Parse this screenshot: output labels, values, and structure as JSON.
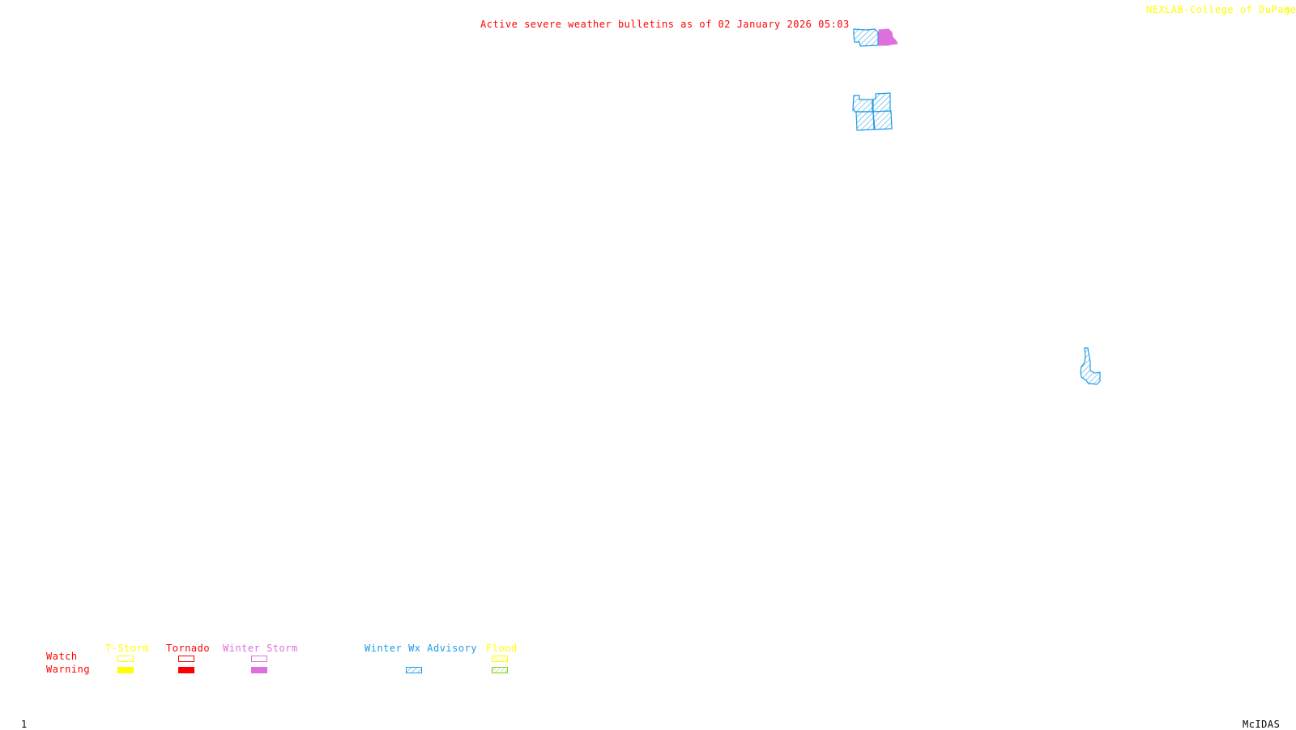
{
  "header": {
    "title": "Active severe weather bulletins as of 02 January 2026 05:03",
    "credit": "NEXLAB-College of DuPage",
    "credit_icon": "arrow-icon"
  },
  "colors": {
    "title": "#ff0000",
    "credit": "#ffff00",
    "tstorm": "#ffff00",
    "tornado": "#ff0000",
    "winter_storm": "#dd70dd",
    "winter_wx_advisory": "#1e9be8",
    "flood_watch": "#ffff00",
    "flood_warning": "#7cd020",
    "labels": "#ff0000"
  },
  "legend": {
    "row_labels": {
      "watch": "Watch",
      "warning": "Warning"
    },
    "columns": [
      {
        "key": "tstorm",
        "label": "T-Storm",
        "watch": "outline",
        "warning": "filled"
      },
      {
        "key": "tornado",
        "label": "Tornado",
        "watch": "outline",
        "warning": "filled"
      },
      {
        "key": "winter_storm",
        "label": "Winter Storm",
        "watch": "outline",
        "warning": "filled"
      },
      {
        "key": "winter_wx_advisory",
        "label": "Winter Wx Advisory",
        "watch": "none",
        "warning": "hatched"
      },
      {
        "key": "flood",
        "label": "Flood",
        "watch": "hatched",
        "warning": "hatched"
      }
    ]
  },
  "map_regions": [
    {
      "name": "northeast-advisory-area",
      "type": "Winter Wx Advisory"
    },
    {
      "name": "northeast-winter-storm-area",
      "type": "Winter Storm Warning"
    },
    {
      "name": "county-group-advisory-area",
      "type": "Winter Wx Advisory"
    },
    {
      "name": "southeast-advisory-area",
      "type": "Winter Wx Advisory"
    }
  ],
  "footer": {
    "frame_number": "1",
    "software": "McIDAS"
  }
}
